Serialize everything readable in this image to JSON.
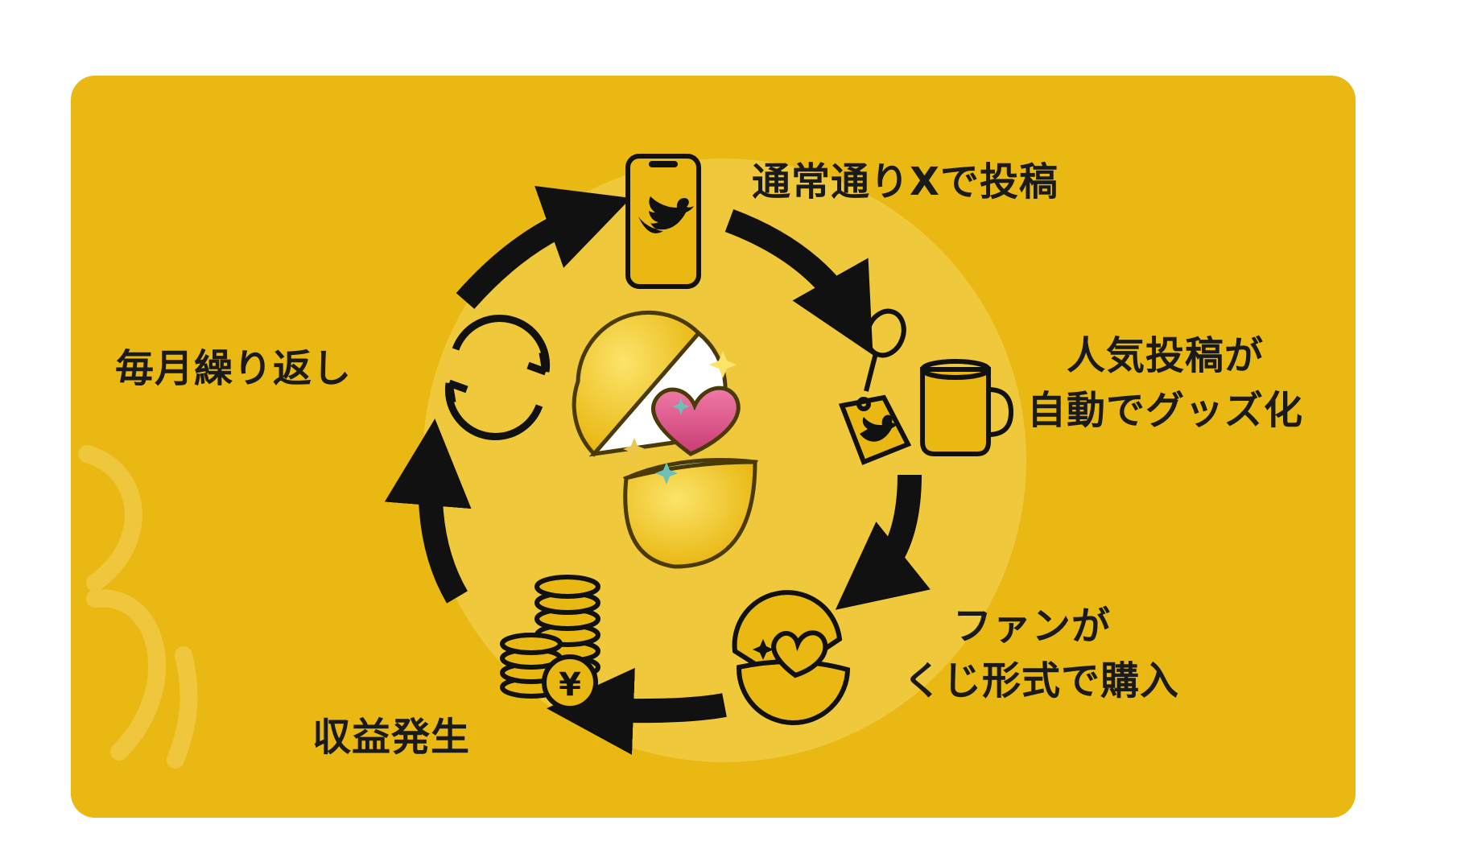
{
  "diagram": {
    "steps": {
      "post": {
        "text": "通常通りXで投稿"
      },
      "merch": {
        "line1": "人気投稿が",
        "line2": "自動でグッズ化"
      },
      "purchase": {
        "line1": "ファンが",
        "line2": "くじ形式で購入"
      },
      "revenue": {
        "text": "収益発生"
      },
      "repeat": {
        "text": "毎月繰り返し"
      }
    },
    "icons": [
      "smartphone-bird-icon",
      "keychain-tag-icon",
      "mug-icon",
      "capsule-heart-icon",
      "coin-stack-yen-icon",
      "refresh-cycle-icon",
      "gacha-capsule-heart-icon"
    ],
    "yen_symbol": "¥",
    "colors": {
      "background": "#eab813",
      "inner_circle": "#f1cd4a",
      "arrow": "#111111",
      "heart": "#d94f86",
      "capsule_inner": "#ffffff"
    }
  }
}
